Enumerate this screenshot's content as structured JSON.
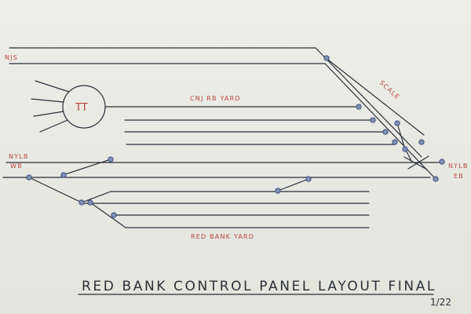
{
  "labels": {
    "njs": "NJS",
    "cnj_rb_yard": "CNJ RB YARD",
    "scale": "SCALE",
    "nylb_wb_line1": "NYLB",
    "nylb_wb_line2": "WB",
    "nylb_eb_line1": "NYLB",
    "nylb_eb_line2": "EB",
    "red_bank_yard": "RED BANK YARD",
    "turntable": "TT"
  },
  "title": "RED BANK CONTROL PANEL LAYOUT FINAL",
  "date": "1/22",
  "colors": {
    "ink": "#2a2f3a",
    "label": "#b8473e",
    "switch_fill": "#7f8fb6",
    "paper": "#ecece6"
  }
}
